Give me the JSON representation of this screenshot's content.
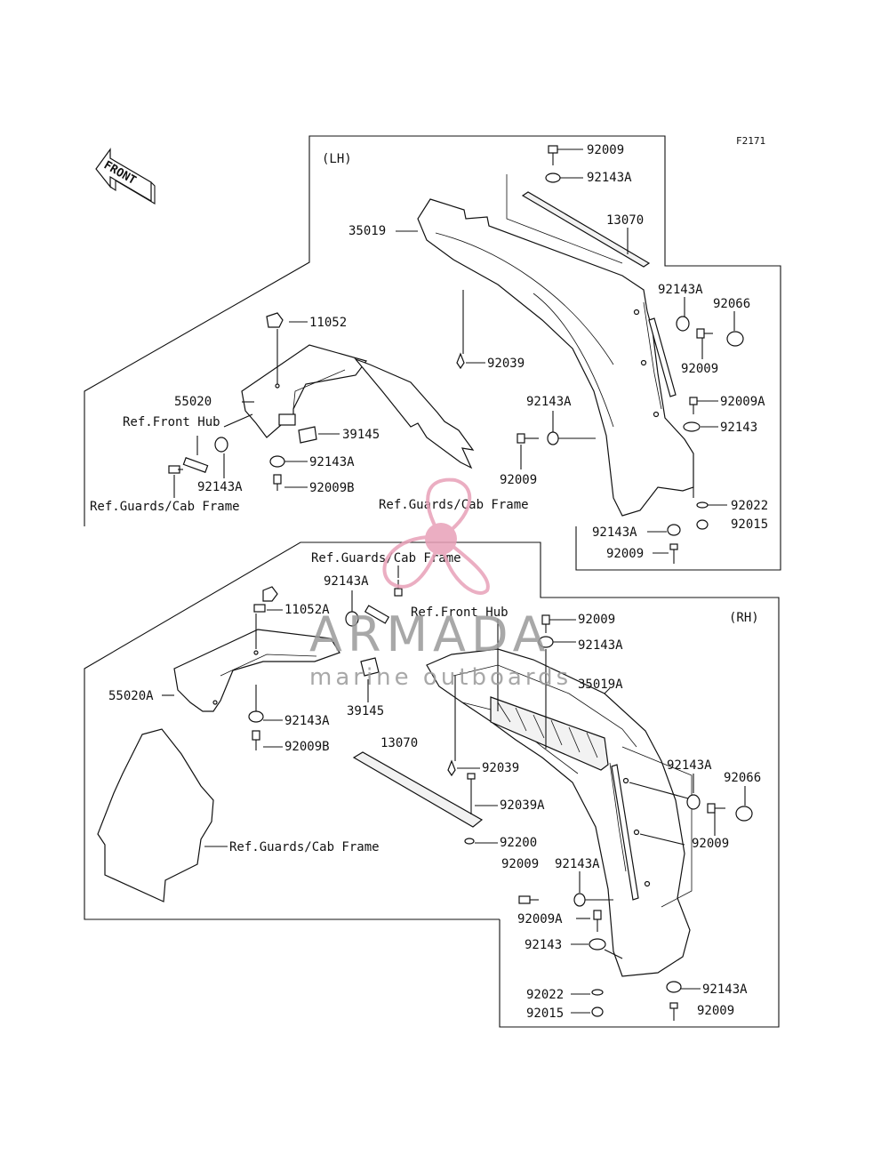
{
  "figure_code": "F2171",
  "side_labels": {
    "left": "(LH)",
    "right": "(RH)"
  },
  "front_arrow": "FRONT",
  "watermark": {
    "brand": "ARMADA",
    "subtitle": "marine outboards",
    "accent_color": "#e8a1b8"
  },
  "lh_labels": {
    "p92009_top": "92009",
    "p92143a_top": "92143A",
    "p35019": "35019",
    "p13070": "13070",
    "p92143a_r1": "92143A",
    "p92066": "92066",
    "p92009_r1": "92009",
    "p11052": "11052",
    "p92039": "92039",
    "p55020": "55020",
    "ref_front_hub": "Ref.Front Hub",
    "p39145": "39145",
    "p92143a_mid": "92143A",
    "p92009a": "92009A",
    "p92143": "92143",
    "p92143a_l": "92143A",
    "p92009b": "92009B",
    "p92009_mid": "92009",
    "ref_guards_1": "Ref.Guards/Cab Frame",
    "ref_guards_2": "Ref.Guards/Cab Frame",
    "p92022": "92022",
    "p92015": "92015",
    "p92143a_bot": "92143A",
    "p92009_bot": "92009"
  },
  "rh_labels": {
    "ref_guards_top": "Ref.Guards/Cab Frame",
    "p92143a_a": "92143A",
    "p11052a": "11052A",
    "ref_front_hub": "Ref.Front Hub",
    "p92009_top": "92009",
    "p92143a_top": "92143A",
    "p55020a": "55020A",
    "p35019a": "35019A",
    "p39145": "39145",
    "p92143a_b": "92143A",
    "p92009b": "92009B",
    "p13070": "13070",
    "p92039": "92039",
    "p92143a_r": "92143A",
    "p92066": "92066",
    "p92039a": "92039A",
    "p92009_r": "92009",
    "ref_guards_bot": "Ref.Guards/Cab Frame",
    "p92200": "92200",
    "p92009_l": "92009",
    "p92143a_c": "92143A",
    "p92009a": "92009A",
    "p92143": "92143",
    "p92022": "92022",
    "p92143a_bot": "92143A",
    "p92015": "92015",
    "p92009_bot": "92009"
  }
}
